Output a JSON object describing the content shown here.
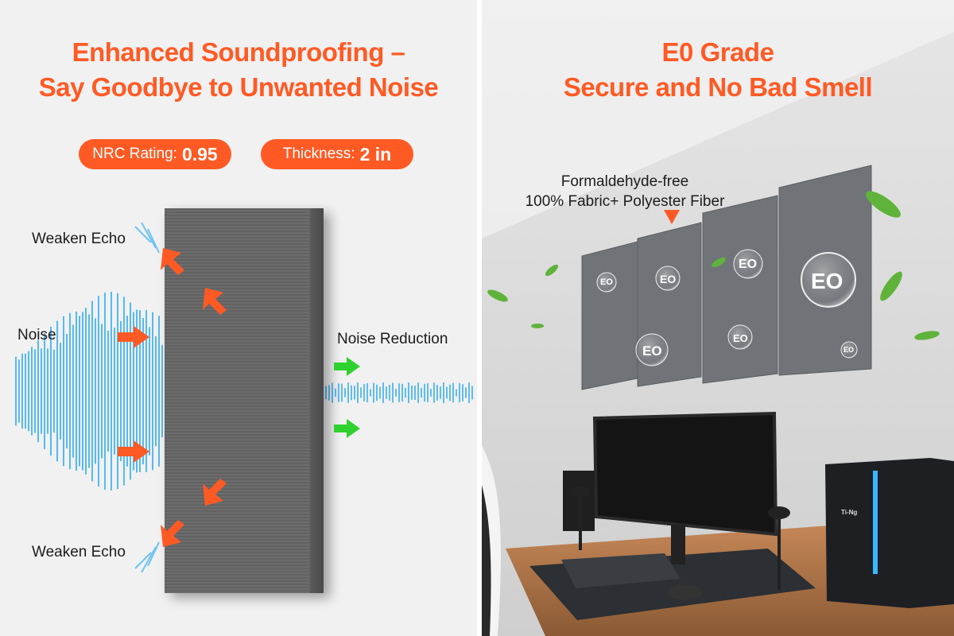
{
  "left": {
    "headline_line1": "Enhanced Soundproofing –",
    "headline_line2": "Say Goodbye to Unwanted Noise",
    "nrc_label": "NRC Rating:",
    "nrc_value": "0.95",
    "thickness_label": "Thickness:",
    "thickness_value": "2 in",
    "labels": {
      "weaken_echo_top": "Weaken Echo",
      "noise": "Noise",
      "noise_reduction": "Noise Reduction",
      "weaken_echo_bottom": "Weaken Echo"
    },
    "colors": {
      "accent": "#ff5a24",
      "wave": "#3ab0f0",
      "reduction_arrow": "#2fd12f"
    }
  },
  "right": {
    "headline_line1": "E0 Grade",
    "headline_line2": "Secure and No Bad Smell",
    "callout_line1": "Formaldehyde-free",
    "callout_line2": "100% Fabric+ Polyester Fiber",
    "badge_text": "EO",
    "monitor_brand": "Ti-Ng"
  }
}
